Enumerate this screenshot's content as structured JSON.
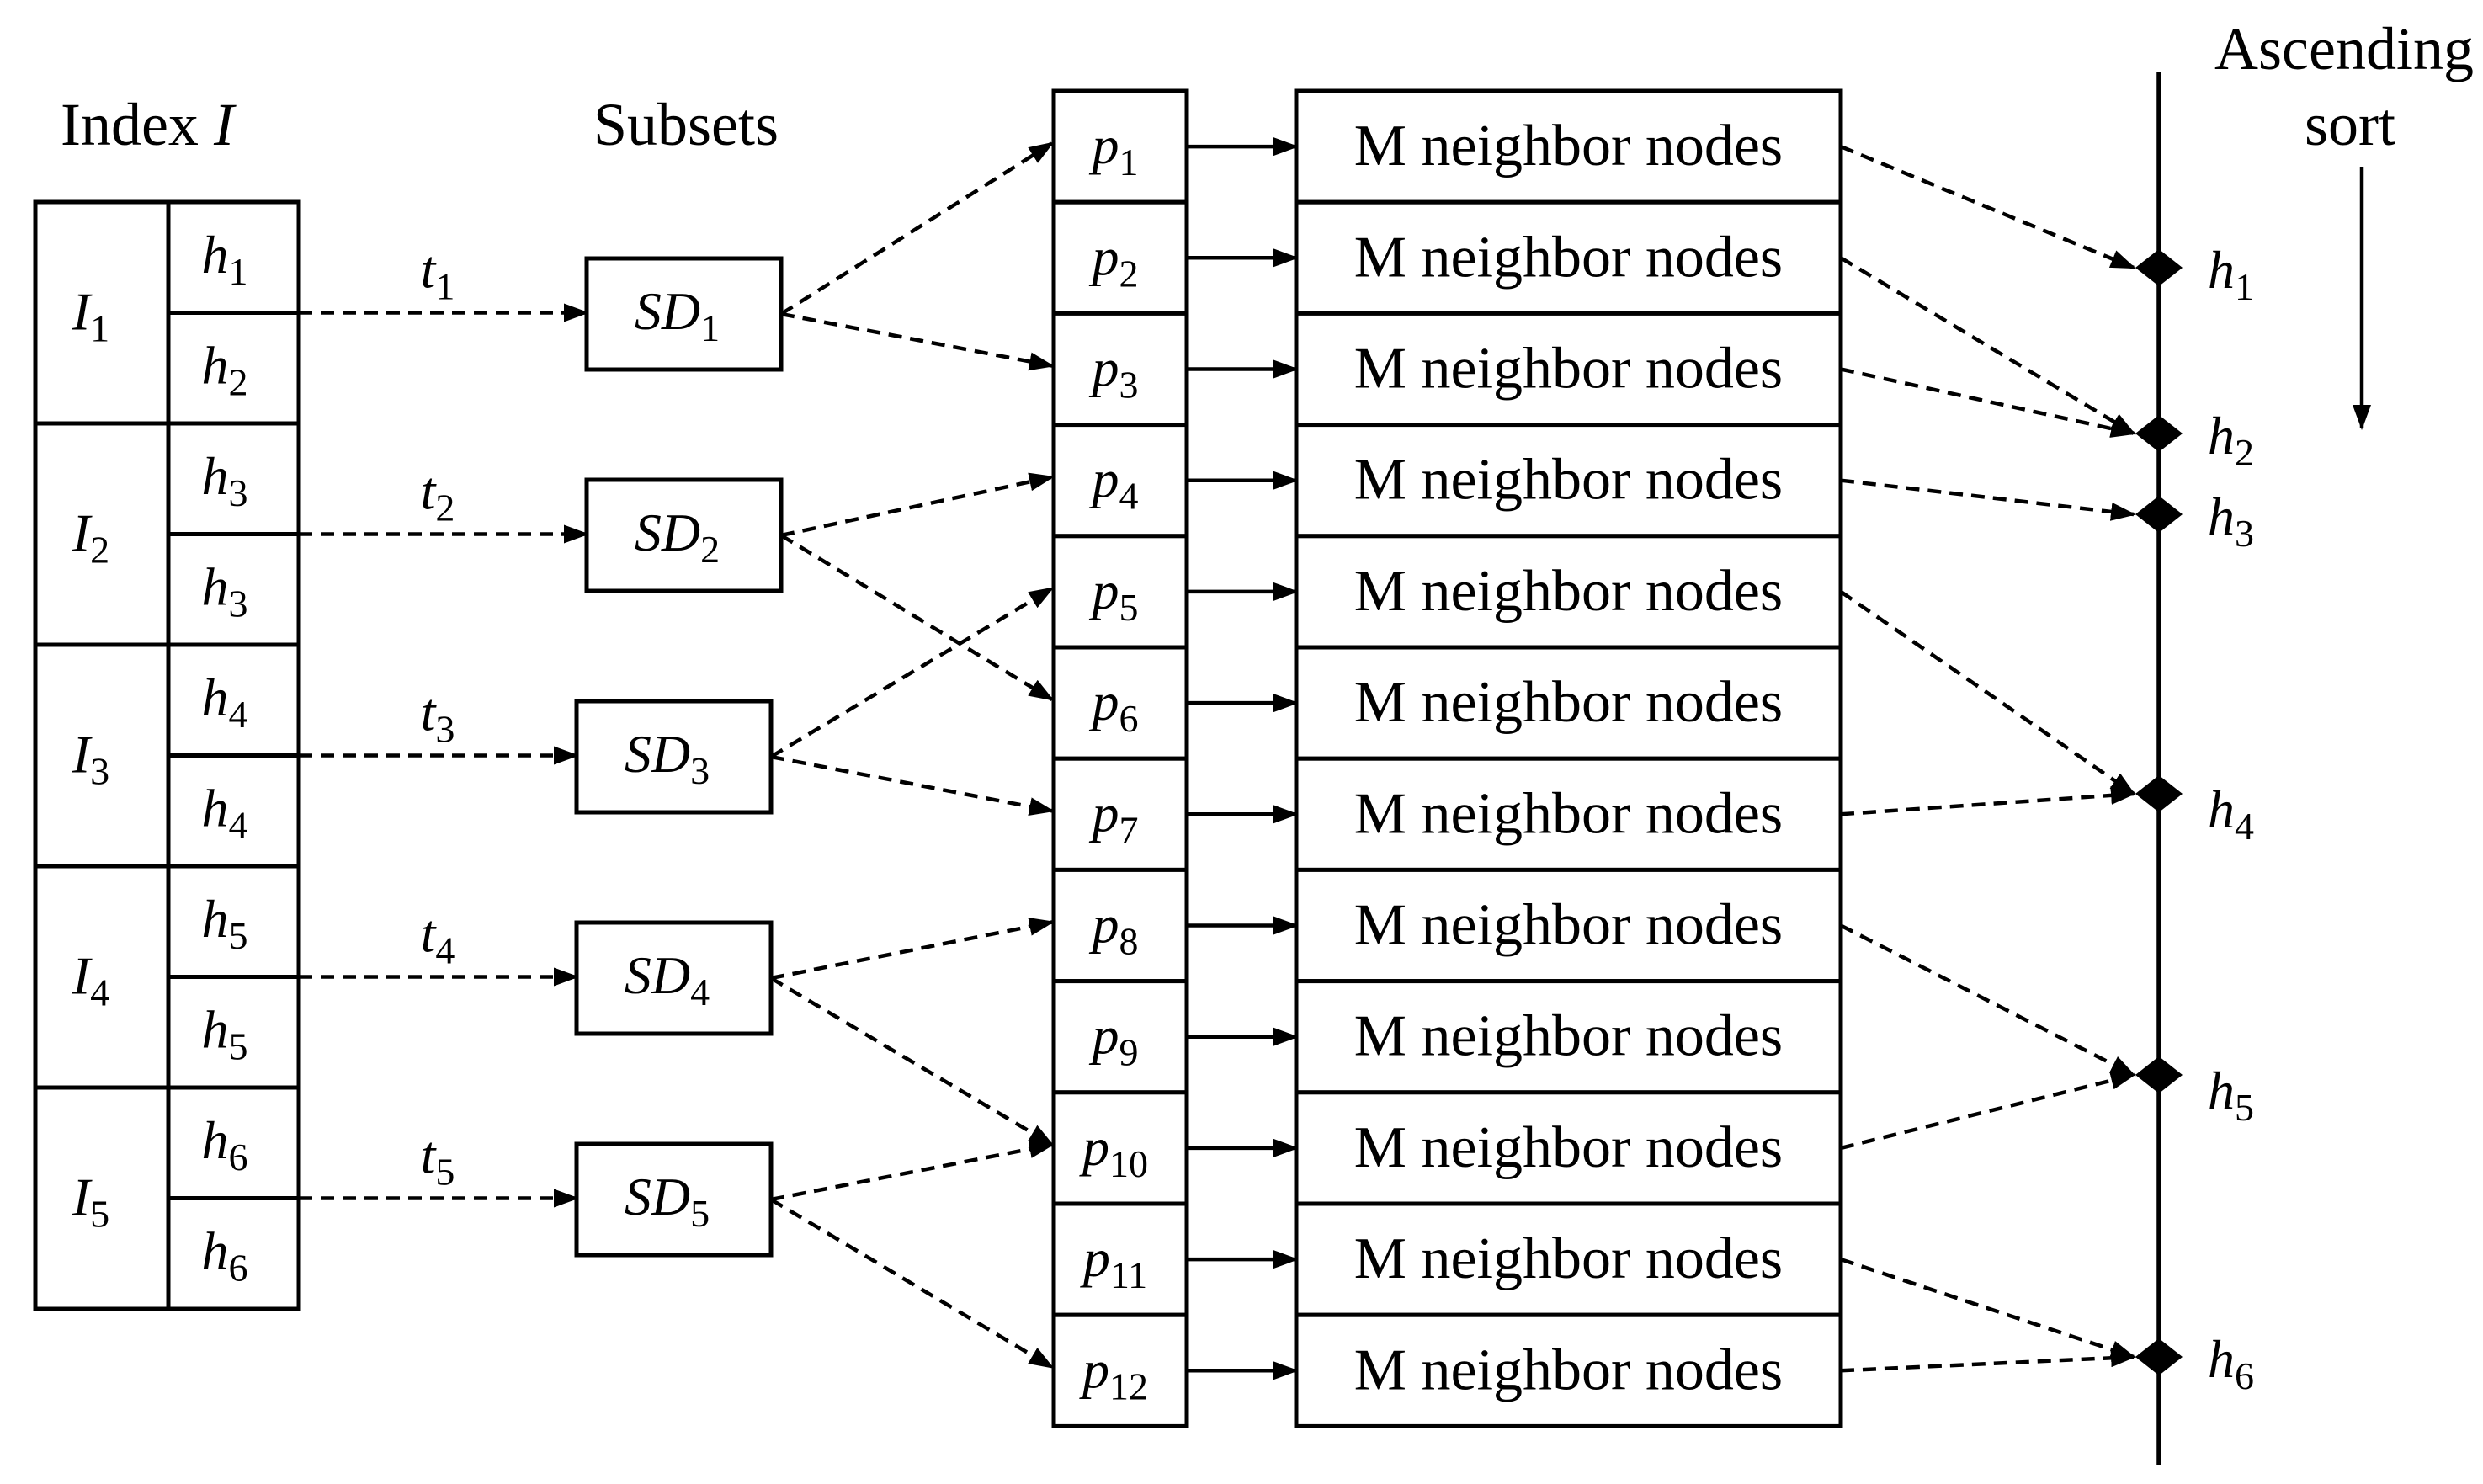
{
  "headers": {
    "index": "Index",
    "index_symbol": "I",
    "subsets": "Subsets",
    "ascending_line1": "Ascending",
    "ascending_line2": "sort"
  },
  "index_groups": [
    {
      "base": "I",
      "sub": "1",
      "rows": [
        {
          "base": "h",
          "sub": "1"
        },
        {
          "base": "h",
          "sub": "2"
        }
      ]
    },
    {
      "base": "I",
      "sub": "2",
      "rows": [
        {
          "base": "h",
          "sub": "3"
        },
        {
          "base": "h",
          "sub": "3"
        }
      ]
    },
    {
      "base": "I",
      "sub": "3",
      "rows": [
        {
          "base": "h",
          "sub": "4"
        },
        {
          "base": "h",
          "sub": "4"
        }
      ]
    },
    {
      "base": "I",
      "sub": "4",
      "rows": [
        {
          "base": "h",
          "sub": "5"
        },
        {
          "base": "h",
          "sub": "5"
        }
      ]
    },
    {
      "base": "I",
      "sub": "5",
      "rows": [
        {
          "base": "h",
          "sub": "6"
        },
        {
          "base": "h",
          "sub": "6"
        }
      ]
    }
  ],
  "transitions": [
    {
      "base": "t",
      "sub": "1"
    },
    {
      "base": "t",
      "sub": "2"
    },
    {
      "base": "t",
      "sub": "3"
    },
    {
      "base": "t",
      "sub": "4"
    },
    {
      "base": "t",
      "sub": "5"
    }
  ],
  "subsets": [
    {
      "base": "SD",
      "sub": "1"
    },
    {
      "base": "SD",
      "sub": "2"
    },
    {
      "base": "SD",
      "sub": "3"
    },
    {
      "base": "SD",
      "sub": "4"
    },
    {
      "base": "SD",
      "sub": "5"
    }
  ],
  "points": [
    {
      "base": "p",
      "sub": "1"
    },
    {
      "base": "p",
      "sub": "2"
    },
    {
      "base": "p",
      "sub": "3"
    },
    {
      "base": "p",
      "sub": "4"
    },
    {
      "base": "p",
      "sub": "5"
    },
    {
      "base": "p",
      "sub": "6"
    },
    {
      "base": "p",
      "sub": "7"
    },
    {
      "base": "p",
      "sub": "8"
    },
    {
      "base": "p",
      "sub": "9"
    },
    {
      "base": "p",
      "sub": "10"
    },
    {
      "base": "p",
      "sub": "11"
    },
    {
      "base": "p",
      "sub": "12"
    }
  ],
  "neighbor_label": "M neighbor nodes",
  "sorted_marks": [
    {
      "base": "h",
      "sub": "1"
    },
    {
      "base": "h",
      "sub": "2"
    },
    {
      "base": "h",
      "sub": "3"
    },
    {
      "base": "h",
      "sub": "4"
    },
    {
      "base": "h",
      "sub": "5"
    },
    {
      "base": "h",
      "sub": "6"
    }
  ],
  "subset_to_points": [
    [
      0,
      2
    ],
    [
      3,
      5
    ],
    [
      4,
      6
    ],
    [
      7,
      9
    ],
    [
      9,
      11
    ]
  ],
  "neighbors_to_marks": [
    0,
    1,
    1,
    2,
    3,
    3,
    4,
    4,
    5,
    5
  ]
}
